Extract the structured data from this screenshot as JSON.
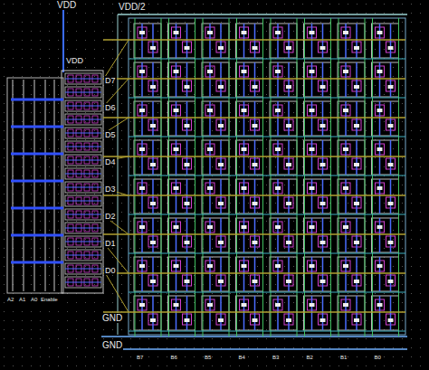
{
  "diagram": {
    "labels": [
      "VDD",
      "VDD/2",
      "VDD",
      "D7",
      "D6",
      "D5",
      "D4",
      "D3",
      "D2",
      "D1",
      "D0",
      "A2",
      "A1",
      "A0",
      "Enable",
      "GND",
      "GND",
      "B7",
      "B6",
      "B5",
      "B4",
      "B3",
      "B2",
      "B1",
      "B0"
    ]
  }
}
